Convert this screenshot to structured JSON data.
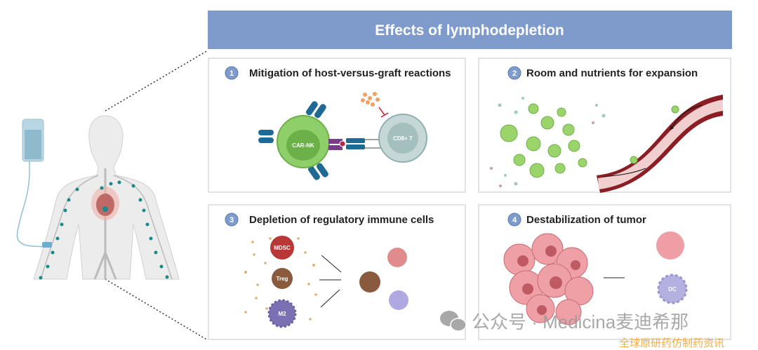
{
  "header": {
    "title": "Effects of lymphodepletion",
    "color": "#7f9bcb"
  },
  "panels": [
    {
      "number": "1",
      "title": "Mitigation of host-versus-graft reactions",
      "labels": {
        "nk": "CAR-NK",
        "t": "CD8+ T"
      }
    },
    {
      "number": "2",
      "title": "Room and nutrients for expansion"
    },
    {
      "number": "3",
      "title": "Depletion of regulatory immune cells",
      "labels": {
        "mdsc": "MDSC",
        "treg": "Treg",
        "m2": "M2"
      }
    },
    {
      "number": "4",
      "title": "Destabilization of tumor",
      "labels": {
        "dc": "DC"
      }
    }
  ],
  "watermark": {
    "text": "公众号 · Medicina麦迪希那",
    "subtitle": "全球原研药仿制药资讯",
    "subtitle_color": "#f0a020",
    "icon": "wechat-icon"
  }
}
